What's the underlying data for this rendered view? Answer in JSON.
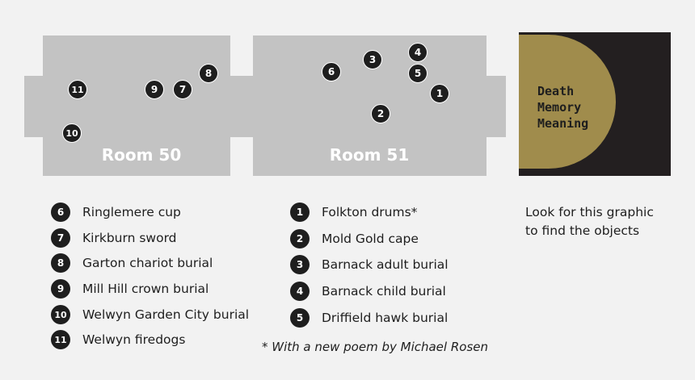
{
  "rooms": {
    "room50": {
      "label": "Room 50"
    },
    "room51": {
      "label": "Room 51"
    }
  },
  "map_markers": {
    "room50": [
      "11",
      "9",
      "7",
      "8",
      "10"
    ],
    "room51": [
      "6",
      "3",
      "4",
      "5",
      "1",
      "2"
    ]
  },
  "legend_left": [
    {
      "number": "6",
      "label": "Ringlemere cup"
    },
    {
      "number": "7",
      "label": "Kirkburn sword"
    },
    {
      "number": "8",
      "label": "Garton chariot burial"
    },
    {
      "number": "9",
      "label": "Mill Hill crown burial"
    },
    {
      "number": "10",
      "label": "Welwyn Garden City burial"
    },
    {
      "number": "11",
      "label": "Welwyn firedogs"
    }
  ],
  "legend_right": [
    {
      "number": "1",
      "label": "Folkton drums*"
    },
    {
      "number": "2",
      "label": "Mold Gold cape"
    },
    {
      "number": "3",
      "label": "Barnack adult burial"
    },
    {
      "number": "4",
      "label": "Barnack child burial"
    },
    {
      "number": "5",
      "label": "Driffield hawk burial"
    }
  ],
  "footnote": "* With a new poem by Michael Rosen",
  "graphic": {
    "lines": [
      "Death",
      "Memory",
      "Meaning"
    ]
  },
  "hint": {
    "line1": "Look for this graphic",
    "line2": "to find the objects"
  },
  "colors": {
    "room": "#c3c3c3",
    "marker": "#1e1e1e",
    "graphic_bg": "#231f20",
    "graphic_circle": "#a08c4c"
  }
}
